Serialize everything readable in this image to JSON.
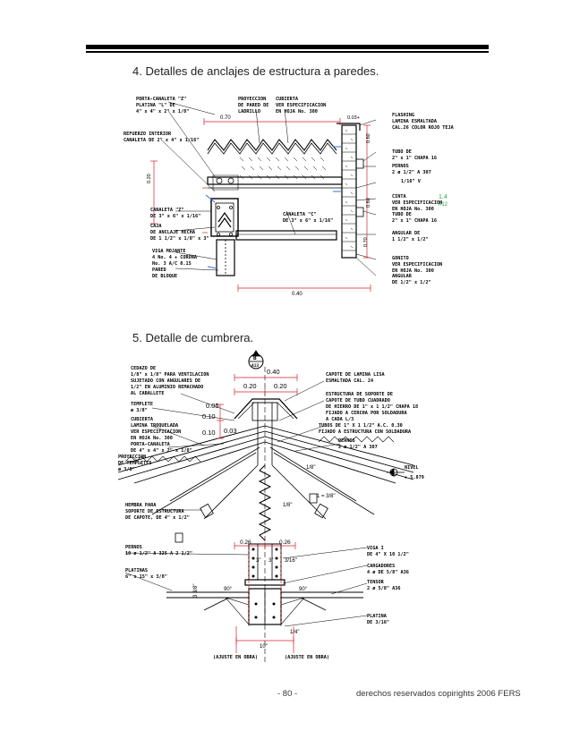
{
  "section4": {
    "heading": "4.  Detalles de anclajes de estructura a paredes.",
    "labels": {
      "porta_canaleta": "PORTA-CANALETA \"Z\"",
      "platina": "PLATINA \"L\" DE",
      "platina_dim": "4\" x 4\" x 2\" x 1/8\"",
      "proyeccion": "PROYECCION",
      "de_pared": "DE PARED DE",
      "ladrillo": "LADRILLO",
      "cubierta": "CUBIERTA",
      "ver_especificacion": "VER ESPECIFICACION",
      "en_hoja": "EN HOJA No. 300",
      "refuerzo": "REFUERZO INTERIOR",
      "canaleta_int": "CANALETA DE 2\" x 4\" x 1/16\"",
      "canaleta_z": "CANALETA \"Z\"",
      "canaleta_z_dim": "DE 3\" x 6\" x 1/16\"",
      "caja": "CAJA",
      "caja2": "DE ANCLAJE HECHA",
      "caja3": "DE 1 1/2\" x 1/8\" x 3\"",
      "canaleta_c": "CANALETA \"C\"",
      "canaleta_c_dim": "DE 3\" x 6\" x 1/16\"",
      "viga": "VIGA MOJANTE",
      "viga2": "4 No. 4 + CORONA",
      "viga3": "No. 3 A/C 0.15",
      "pared": "PARED",
      "pared2": "DE BLOQUE",
      "flashing": "FLASHING",
      "lamina_esmaltada": "LAMINA ESMALTADA",
      "calibre": "CAL.26 COLOR ROJO TEJA",
      "tubo_a": "TUBO DE",
      "tubo_a_dim": "2\" x 1\" CHAPA 16",
      "pernos": "PERNOS",
      "pernos_dim": "2 ø 1/2\" A 307",
      "cinta": "1/16\" V",
      "cinta2": "CINTA",
      "cinta3": "VER ESPECIFICACION",
      "cinta4": "EN HOJA No. 300",
      "tubo_b": "TUBO DE",
      "tubo_b_dim": "2\" x 1\" CHAPA 16",
      "angular": "ANGULAR DE",
      "angular_dim": "1 1/2\" x 1/2\"",
      "sobre": "GONITO",
      "sobre2": "VER ESPECIFICACION",
      "sobre3": "EN HOJA No. 300",
      "angular2": "ANGULAR",
      "angular2_dim": "DE 1/2\" x 1/2\"",
      "tag_a": "1.4",
      "tag_b": "#12"
    },
    "dims": {
      "d1": "0.70",
      "d2": "0.03+",
      "d3": "0.60",
      "d4": "0.60",
      "d5": "0.40",
      "d6": "0.70",
      "d7": "0.20"
    }
  },
  "section5": {
    "heading": "5.  Detalle de cumbrera.",
    "labels": {
      "cedazo": "CEDAZO DE",
      "cedazo2": "1/8\" x 1/8\" PARA VENTILACION",
      "cedazo3": "SUJETADO CON ANGULARES DE",
      "cedazo4": "1/2\" EN ALUMINIO REMACHADO",
      "cedazo5": "AL CABALLETE",
      "templete": "TEMPLETE",
      "templete_dim": "ø 3/8\"",
      "cubierta": "CUBIERTA",
      "cubierta2": "LAMINA TROQUELADA",
      "cubierta3": "VER ESPECIFICACION",
      "cubierta4": "EN HOJA No. 300",
      "porta": "PORTA-CANALETA",
      "porta2": "DE 4\" x 4\" x 2\" x 1/8\"",
      "proyeccion": "PROYECCION",
      "proyeccion2": "DE TEMPLETES",
      "proyeccion3": "ø 3/8\"",
      "hembra": "HEMBRA PARA",
      "hembra2": "SOPORTE DE ESTRUCTURA",
      "hembra3": "DE CAPOTE, DE 4\" x 1/2\"",
      "pernos": "PERNOS",
      "pernos_dim": "10 ø  1/2\" A 325  A 2 1/2\"",
      "platinas": "PLATINAS",
      "platinas_dim": "6\" x 15\" x 3/8\"",
      "capote": "CAPOTE DE LAMINA LISA",
      "capote2": "ESMALTADA CAL. 24",
      "estructura": "ESTRUCTURA DE SOPORTE DE",
      "estructura2": "CAPOTE DE TUBO CUADRADO",
      "estructura3": "DE HIERRO DE 1\" x 1 1/2\" CHAPA 18",
      "estructura4": "FIJADO A CERCHA POR SOLDADURA",
      "estructura5": "A CADA L/3",
      "tubos": "TUBOS DE 1\" X 1 1/2\" A.C. 0.30",
      "tubos2": "FIJADO A ESTRUCTURA CON SOLDADURA",
      "pernos_r": "PERNOS",
      "pernos_r_dim": "2 ø  1/2\" A 307",
      "nivel": "NIVEL",
      "nivel_val": "+ 5.879",
      "viga": "VIGA I",
      "viga_dim": "DE 4\" X 10 1/2\"",
      "cargadores": "CARGADORES",
      "cargadores_dim": "4 ø DE 5/8\" A36",
      "tensor": "TENSOR",
      "tensor_dim": "2 ø 5/8\" A36",
      "platina": "PLATINA",
      "platina_dim": "DE 3/16\"",
      "ajuste_a": "(AJUSTE EN OBRA)",
      "ajuste_b": "(AJUSTE EN OBRA)",
      "marker_top": "B",
      "marker_bot": "A13"
    },
    "dims": {
      "d040": "0.40",
      "d020a": "0.20",
      "d020b": "0.20",
      "d005": "0.05",
      "d010a": "0.10",
      "d010b": "0.10",
      "d003": "0.03",
      "slope": "1/8\"",
      "s1": "1 = 3/8\"",
      "s2": "1/8\"",
      "d026a": "0.26",
      "d026b": "0.26",
      "i3a": "3\"",
      "i3b": "3\"",
      "i316": "3/16\"",
      "i38": "3 3/8\"",
      "a90a": "90°",
      "a90b": "90°",
      "i14": "1/4\"",
      "i10": "10\""
    }
  },
  "footer": {
    "page": "- 80 -",
    "rights": "derechos reservados copirights 2006 FERS"
  },
  "colors": {
    "ink": "#000000",
    "dimension_red": "#d4202a",
    "pipe_blue": "#3a6fd8",
    "tag_green": "#2ea84c"
  }
}
